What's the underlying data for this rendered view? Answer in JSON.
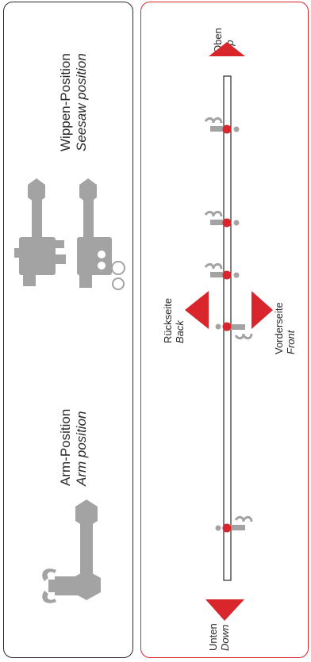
{
  "left_panel": {
    "seesaw": {
      "label_de": "Wippen-Position",
      "label_en": "Seesaw position"
    },
    "arm": {
      "label_de": "Arm-Position",
      "label_en": "Arm position"
    }
  },
  "right_panel": {
    "up": {
      "label_de": "Oben",
      "label_en": "Up"
    },
    "down": {
      "label_de": "Unten",
      "label_en": "Down"
    },
    "back": {
      "label_de": "Rückseite",
      "label_en": "Back"
    },
    "front": {
      "label_de": "Vorderseite",
      "label_en": "Front"
    }
  },
  "colors": {
    "accent": "#d8262c",
    "part_gray": "#a3a3a3",
    "outline": "#2a2a2a"
  }
}
